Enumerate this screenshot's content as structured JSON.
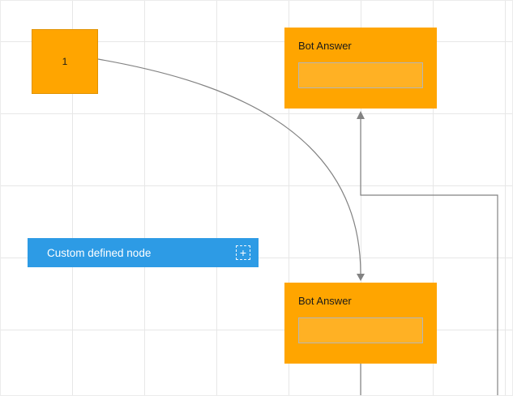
{
  "colors": {
    "node_orange": "#ffa500",
    "node_blue": "#2d9be5",
    "connector_gray": "#828282",
    "grid_line": "#e7e7e7",
    "text_dark": "#1a1a1a"
  },
  "nodes": {
    "start": {
      "label": "1"
    },
    "bot_answer_top": {
      "title": "Bot Answer"
    },
    "bot_answer_bottom": {
      "title": "Bot Answer"
    },
    "custom_defined": {
      "label": "Custom defined node",
      "add_icon_glyph": "+"
    }
  }
}
